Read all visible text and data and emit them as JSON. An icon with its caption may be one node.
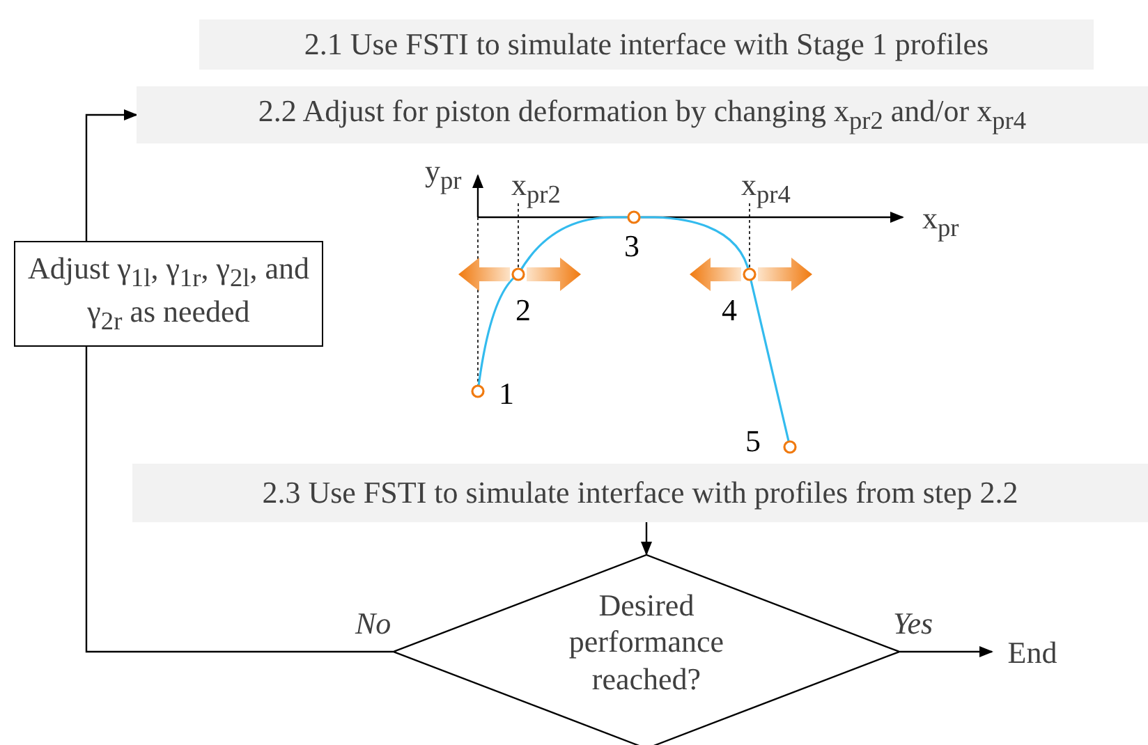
{
  "diagram": {
    "nodes": [
      {
        "text": [
          "2.1 Use FSTI to simulate interface with Stage 1 profiles"
        ]
      },
      {
        "text": [
          "2.2 Adjust for piston deformation by changing x$_{pr2}$ and/or x$_{pr4}$"
        ]
      },
      {
        "text": [
          "Adjust γ$_{1l}$, γ$_{1r}$, γ$_{2l}$, and γ$_{2r}$ as needed"
        ]
      },
      {
        "text": [
          "2.3 Use FSTI to simulate interface with profiles from step 2.2"
        ]
      },
      {
        "text": [
          "Desired performance reached?"
        ]
      },
      {
        "text": [
          "End"
        ]
      }
    ],
    "edges": [
      {
        "from": 4,
        "to": 2,
        "arrow": "none",
        "label": "No"
      },
      {
        "from": 2,
        "to": 1,
        "arrow": "to"
      },
      {
        "from": 3,
        "to": 4,
        "arrow": "to"
      },
      {
        "from": 4,
        "to": 5,
        "arrow": "to",
        "label": "Yes"
      }
    ],
    "labels": [
      "y$_{pr}$",
      "x$_{pr2}$",
      "x$_{pr4}$",
      "x$_{pr}$",
      "1",
      "2",
      "3",
      "4",
      "5"
    ]
  }
}
